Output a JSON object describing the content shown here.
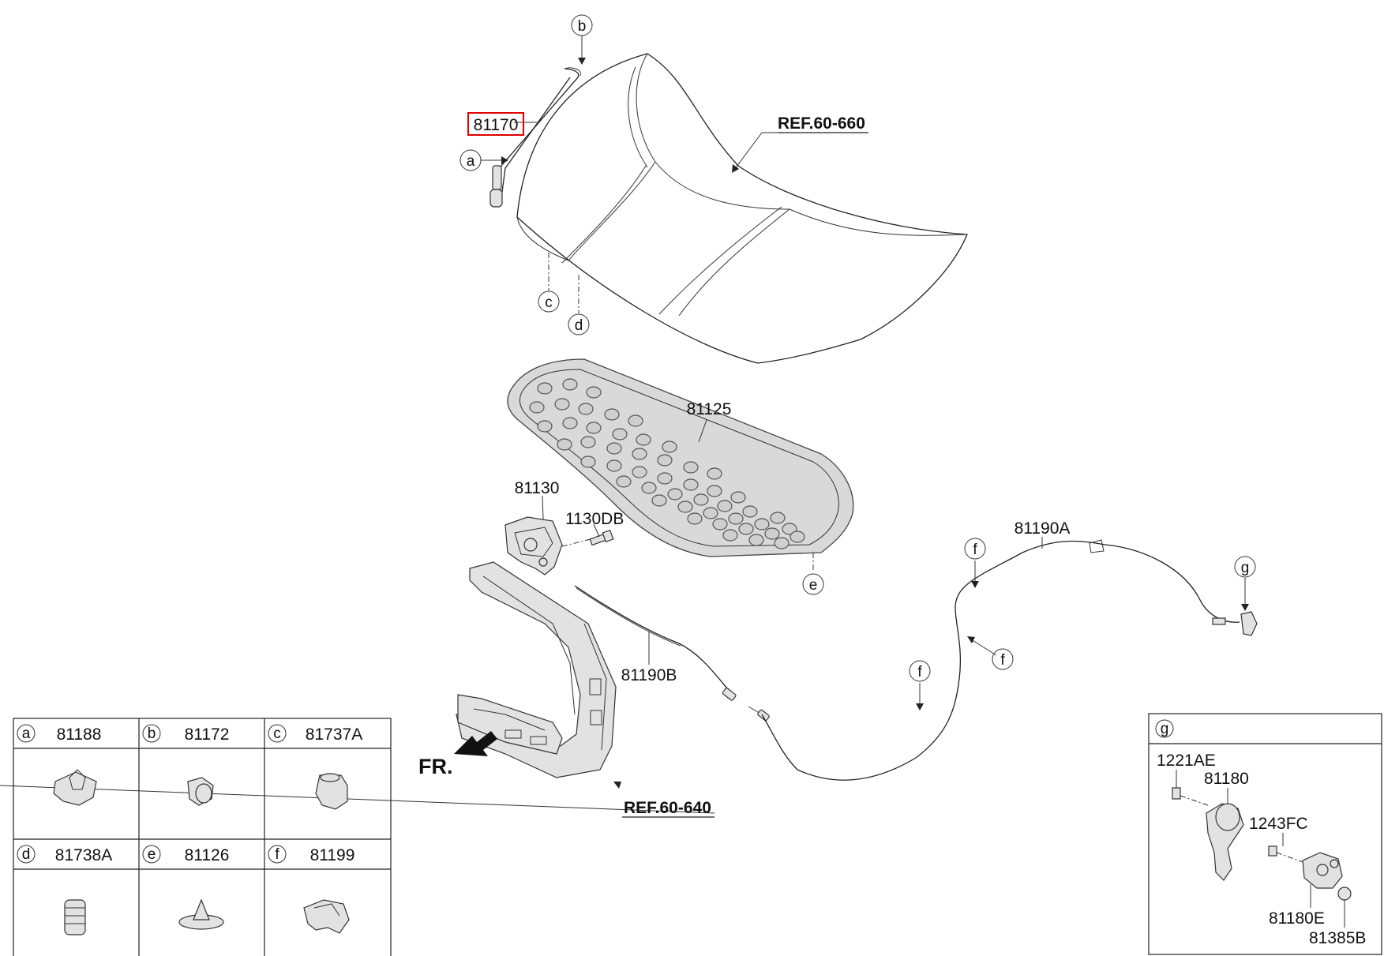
{
  "callouts": {
    "a": "a",
    "b": "b",
    "c": "c",
    "d": "d",
    "e": "e",
    "f": "f",
    "g": "g"
  },
  "parts": {
    "p81170": "81170",
    "p81125": "81125",
    "p81130": "81130",
    "p1130DB": "1130DB",
    "p81190A": "81190A",
    "p81190B": "81190B"
  },
  "refs": {
    "hood": "REF.60-660",
    "frame": "REF.60-640"
  },
  "front_indicator": "FR.",
  "highlight_color": "#e00000",
  "legend_table": {
    "cells": [
      {
        "letter": "a",
        "part": "81188"
      },
      {
        "letter": "b",
        "part": "81172"
      },
      {
        "letter": "c",
        "part": "81737A"
      },
      {
        "letter": "d",
        "part": "81738A"
      },
      {
        "letter": "e",
        "part": "81126"
      },
      {
        "letter": "f",
        "part": "81199"
      }
    ]
  },
  "detail_g": {
    "letter": "g",
    "labels": {
      "p1221AE": "1221AE",
      "p81180": "81180",
      "p1243FC": "1243FC",
      "p81180E": "81180E",
      "p81385B": "81385B"
    }
  }
}
